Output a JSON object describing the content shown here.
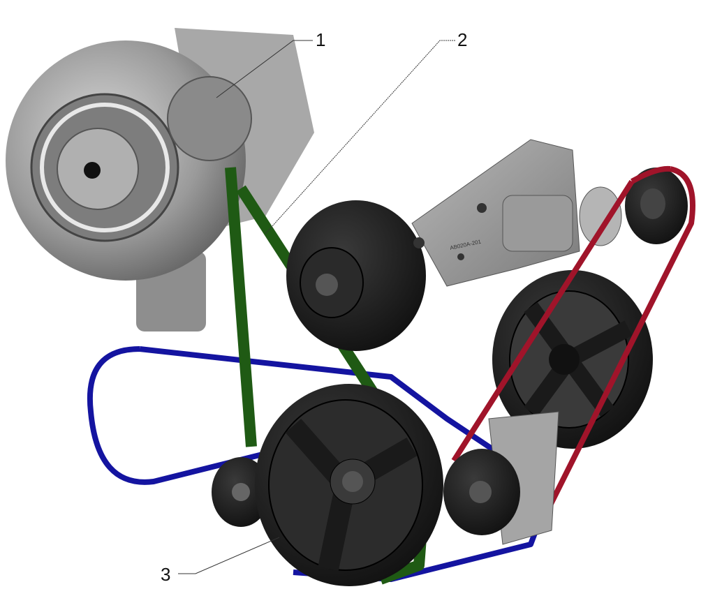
{
  "diagram": {
    "callouts": [
      {
        "number": "1"
      },
      {
        "number": "2"
      },
      {
        "number": "3"
      }
    ],
    "bracket_marking": "AB020A-201",
    "colors": {
      "belt_turbo": "#1f5a14",
      "belt_accessory_blue": "#1414a0",
      "belt_accessory_red": "#a0142a",
      "pulley": "#1e1e1e",
      "housing": "#9a9a9a"
    }
  }
}
